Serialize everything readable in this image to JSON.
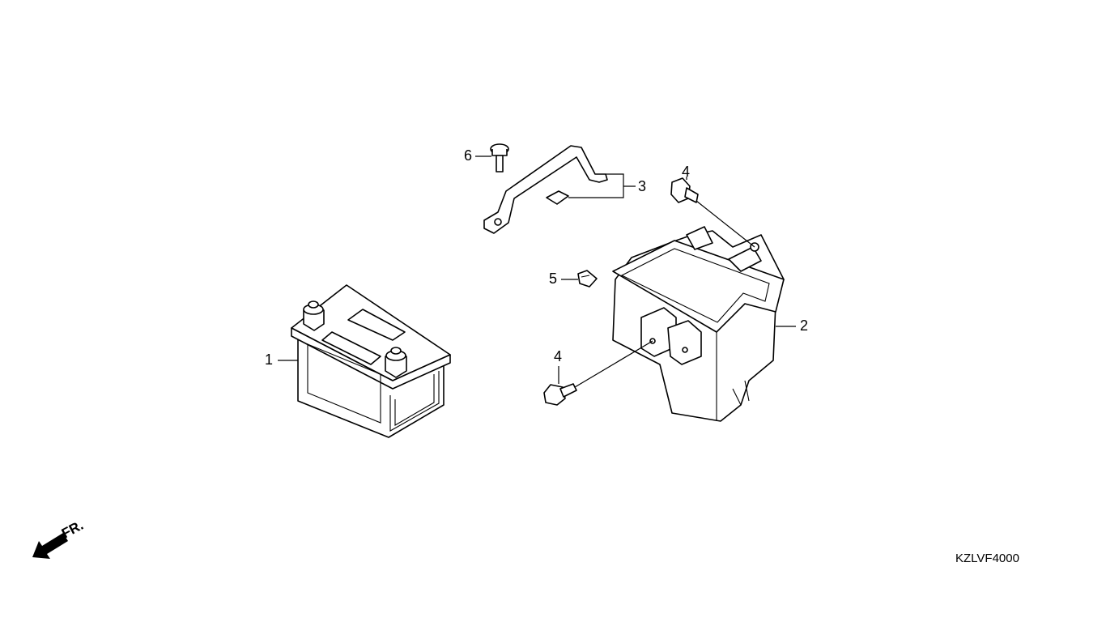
{
  "diagram": {
    "callouts": [
      {
        "num": "1",
        "part": "battery"
      },
      {
        "num": "2",
        "part": "battery-box"
      },
      {
        "num": "3",
        "part": "battery-bracket"
      },
      {
        "num": "4",
        "part": "bolt-upper"
      },
      {
        "num": "4",
        "part": "bolt-lower"
      },
      {
        "num": "5",
        "part": "clip-nut"
      },
      {
        "num": "6",
        "part": "bracket-screw"
      }
    ],
    "front_label": "FR.",
    "diagram_code": "KZLVF4000"
  }
}
